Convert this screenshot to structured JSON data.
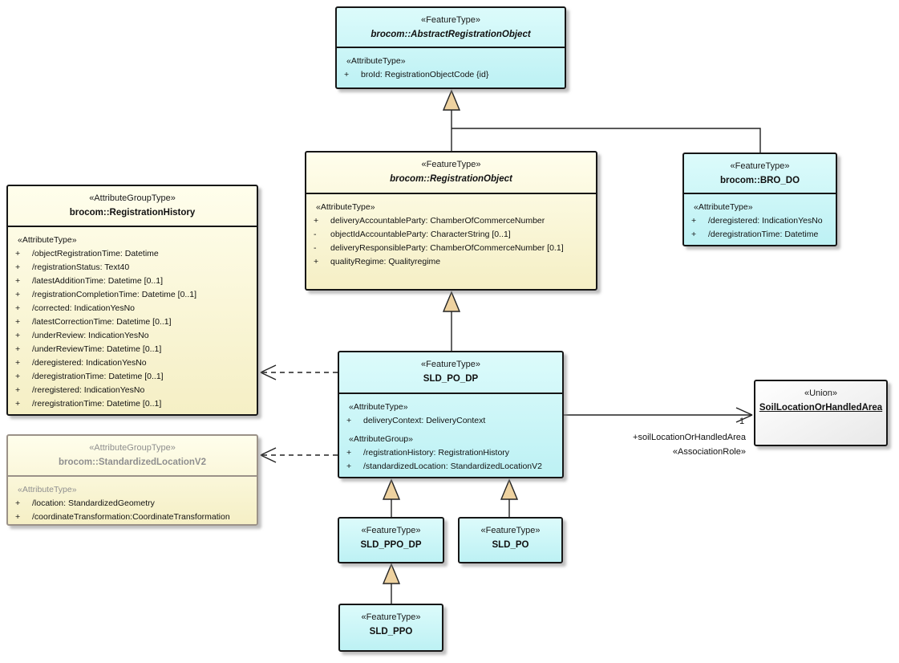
{
  "diagram_colors": {
    "feature_type_fill": "#c7f5f6",
    "attribute_group_fill": "#fbf7d5",
    "union_fill": "#f2f2f2",
    "generalization_arrow_fill": "#eed2a0",
    "border": "#161616",
    "muted_border": "#9b9288"
  },
  "classes": {
    "aro": {
      "stereotype": "«FeatureType»",
      "name": "brocom::AbstractRegistrationObject",
      "attr_heading": "«AttributeType»",
      "rows": [
        {
          "vis": "+",
          "text": "broId: RegistrationObjectCode {id}"
        }
      ]
    },
    "ro": {
      "stereotype": "«FeatureType»",
      "name": "brocom::RegistrationObject",
      "attr_heading": "«AttributeType»",
      "rows": [
        {
          "vis": "+",
          "text": "deliveryAccountableParty: ChamberOfCommerceNumber"
        },
        {
          "vis": "-",
          "text": "objectIdAccountableParty: CharacterString [0..1]"
        },
        {
          "vis": "-",
          "text": "deliveryResponsibleParty: ChamberOfCommerceNumber [0.1]"
        },
        {
          "vis": "+",
          "text": "qualityRegime: Qualityregime"
        }
      ]
    },
    "brodo": {
      "stereotype": "«FeatureType»",
      "name": "brocom::BRO_DO",
      "attr_heading": "«AttributeType»",
      "rows": [
        {
          "vis": "+",
          "text": "/deregistered: IndicationYesNo"
        },
        {
          "vis": "+",
          "text": "/deregistrationTime: Datetime"
        }
      ]
    },
    "rh": {
      "stereotype": "«AttributeGroupType»",
      "name": "brocom::RegistrationHistory",
      "attr_heading": "«AttributeType»",
      "rows": [
        {
          "vis": "+",
          "text": "/objectRegistrationTime: Datetime"
        },
        {
          "vis": "+",
          "text": "/registrationStatus: Text40"
        },
        {
          "vis": "+",
          "text": "/latestAdditionTime: Datetime [0..1]"
        },
        {
          "vis": "+",
          "text": "/registrationCompletionTime: Datetime [0..1]"
        },
        {
          "vis": "+",
          "text": "/corrected: IndicationYesNo"
        },
        {
          "vis": "+",
          "text": "/latestCorrectionTime: Datetime [0..1]"
        },
        {
          "vis": "+",
          "text": "/underReview: IndicationYesNo"
        },
        {
          "vis": "+",
          "text": "/underReviewTime: Datetime [0..1]"
        },
        {
          "vis": "+",
          "text": "/deregistered: IndicationYesNo"
        },
        {
          "vis": "+",
          "text": "/deregistrationTime: Datetime [0..1]"
        },
        {
          "vis": "+",
          "text": "/reregistered: IndicationYesNo"
        },
        {
          "vis": "+",
          "text": "/reregistrationTime: Datetime [0..1]"
        }
      ]
    },
    "slv2": {
      "stereotype": "«AttributeGroupType»",
      "name": "brocom::StandardizedLocationV2",
      "attr_heading": "«AttributeType»",
      "rows": [
        {
          "vis": "+",
          "text": "/location: StandardizedGeometry"
        },
        {
          "vis": "+",
          "text": "/coordinateTransformation:CoordinateTransformation"
        }
      ]
    },
    "spd": {
      "stereotype": "«FeatureType»",
      "name": "SLD_PO_DP",
      "attr_heading": "«AttributeType»",
      "group_heading": "«AttributeGroup»",
      "rows": [
        {
          "vis": "+",
          "text": "deliveryContext: DeliveryContext"
        }
      ],
      "group_rows": [
        {
          "vis": "+",
          "text": "/registrationHistory: RegistrationHistory"
        },
        {
          "vis": "+",
          "text": "/standardizedLocation: StandardizedLocationV2"
        }
      ]
    },
    "union": {
      "stereotype": "«Union»",
      "name": "SoilLocationOrHandledArea"
    },
    "ppd": {
      "stereotype": "«FeatureType»",
      "name": "SLD_PPO_DP"
    },
    "po": {
      "stereotype": "«FeatureType»",
      "name": "SLD_PO"
    },
    "ppo": {
      "stereotype": "«FeatureType»",
      "name": "SLD_PPO"
    }
  },
  "association": {
    "multiplicity": "1",
    "role": "+soilLocationOrHandledArea",
    "stereotype": "«AssociationRole»"
  }
}
